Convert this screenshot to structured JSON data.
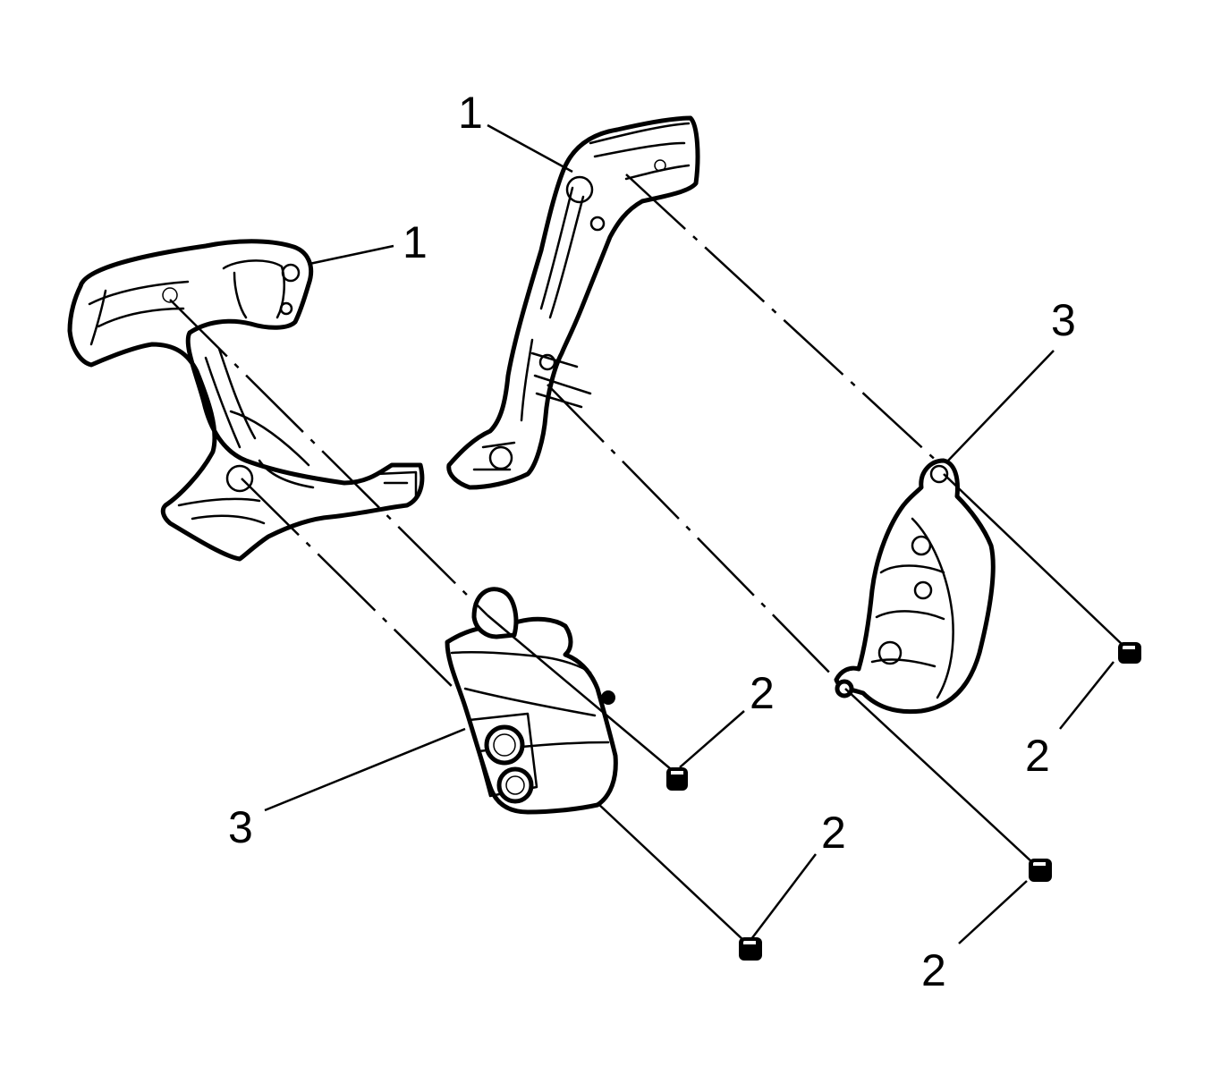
{
  "callouts": [
    {
      "id": "c1a",
      "text": "1"
    },
    {
      "id": "c1b",
      "text": "1"
    },
    {
      "id": "c3a",
      "text": "3"
    },
    {
      "id": "c3b",
      "text": "3"
    },
    {
      "id": "c2a",
      "text": "2"
    },
    {
      "id": "c2b",
      "text": "2"
    },
    {
      "id": "c2c",
      "text": "2"
    },
    {
      "id": "c2d",
      "text": "2"
    }
  ],
  "colors": {
    "line": "#000000",
    "background": "#ffffff"
  }
}
